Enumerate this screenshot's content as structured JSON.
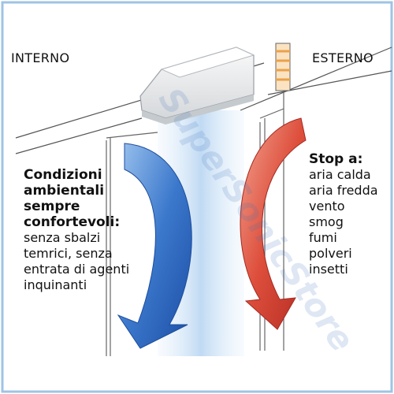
{
  "labels": {
    "inside": "INTERNO",
    "outside": "ESTERNO"
  },
  "left_text": {
    "heading_lines": [
      "Condizioni",
      "ambientali",
      "sempre",
      "confortevoli:"
    ],
    "body_lines": [
      "senza sbalzi",
      "temrici, senza",
      "entrata di agenti",
      "inquinanti"
    ]
  },
  "right_text": {
    "heading": "Stop a:",
    "items": [
      "aria calda",
      "aria fredda",
      "vento",
      "smog",
      "fumi",
      "polveri",
      "insetti"
    ]
  },
  "watermark": "SuperSonicStore",
  "colors": {
    "frame_border": "#9fc3e3",
    "cool_arrow": "#2f6fc4",
    "warm_arrow": "#d9473a",
    "air_curtain": "#cfe3f7",
    "unit_body": "#f2f2f2",
    "vent_stripe": "#e9a24a"
  },
  "icons": [
    "air-curtain-unit",
    "curved-arrow-down-blue",
    "curved-arrow-down-red"
  ]
}
